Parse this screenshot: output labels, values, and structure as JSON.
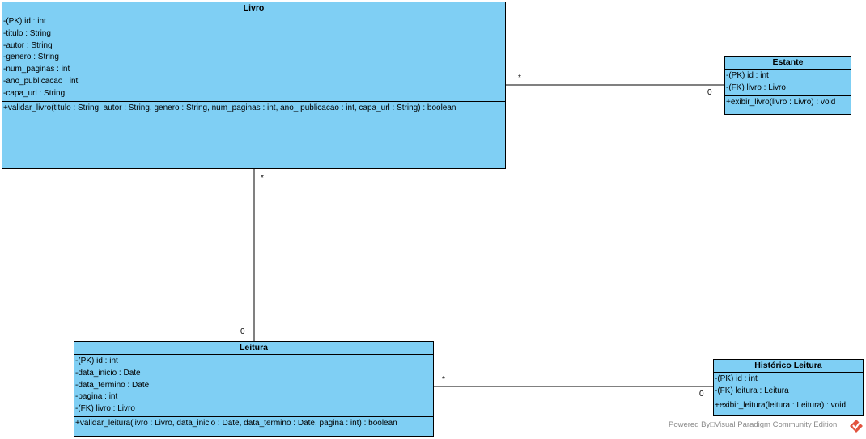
{
  "classes": {
    "livro": {
      "name": "Livro",
      "attributes": [
        "-(PK) id : int",
        "-titulo : String",
        "-autor : String",
        "-genero : String",
        "-num_paginas : int",
        "-ano_publicacao : int",
        "-capa_url : String"
      ],
      "operations": [
        "+validar_livro(titulo : String, autor : String, genero : String, num_paginas : int, ano_ publicacao : int, capa_url : String) : boolean"
      ]
    },
    "estante": {
      "name": "Estante",
      "attributes": [
        "-(PK) id : int",
        "-(FK) livro : Livro"
      ],
      "operations": [
        "+exibir_livro(livro : Livro) : void"
      ]
    },
    "leitura": {
      "name": "Leitura",
      "attributes": [
        "-(PK) id : int",
        "-data_inicio : Date",
        "-data_termino : Date",
        "-pagina : int",
        "-(FK) livro : Livro"
      ],
      "operations": [
        "+validar_leitura(livro : Livro, data_inicio : Date, data_termino : Date, pagina : int) : boolean"
      ]
    },
    "historico": {
      "name": "Histórico Leitura",
      "attributes": [
        "-(PK) id : int",
        "-(FK) leitura : Leitura"
      ],
      "operations": [
        "+exibir_leitura(leitura : Leitura) : void"
      ]
    }
  },
  "associations": {
    "livro_estante": {
      "source_mult": "*",
      "target_mult": "0"
    },
    "livro_leitura": {
      "source_mult": "*",
      "target_mult": "0"
    },
    "leitura_historico": {
      "source_mult": "*",
      "target_mult": "0"
    }
  },
  "footer": {
    "text": "Powered By□Visual Paradigm Community Edition"
  },
  "colors": {
    "class_fill": "#7fcff4",
    "line": "#000000",
    "footer_text": "#8a8a8a",
    "logo": "#e2543f"
  }
}
